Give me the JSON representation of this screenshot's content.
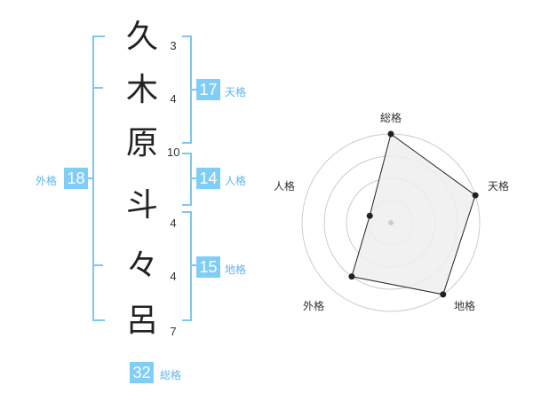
{
  "characters": [
    {
      "char": "久",
      "strokes": "3"
    },
    {
      "char": "木",
      "strokes": "4"
    },
    {
      "char": "原",
      "strokes": "10"
    },
    {
      "char": "斗",
      "strokes": "4"
    },
    {
      "char": "々",
      "strokes": "4"
    },
    {
      "char": "呂",
      "strokes": "7"
    }
  ],
  "kaku": {
    "tenkaku": {
      "value": "17",
      "label": "天格"
    },
    "jinkaku": {
      "value": "14",
      "label": "人格"
    },
    "chikaku": {
      "value": "15",
      "label": "地格"
    },
    "gaikaku": {
      "value": "18",
      "label": "外格"
    },
    "soukaku": {
      "value": "32",
      "label": "総格"
    }
  },
  "chart_data": {
    "type": "radar",
    "axes": [
      "総格",
      "天格",
      "地格",
      "外格",
      "人格"
    ],
    "values": [
      4,
      4,
      4,
      3,
      1
    ],
    "max": 4,
    "rings": 4,
    "colors": {
      "fill": "#eeeeee",
      "line": "#222222",
      "grid": "#cccccc"
    }
  }
}
